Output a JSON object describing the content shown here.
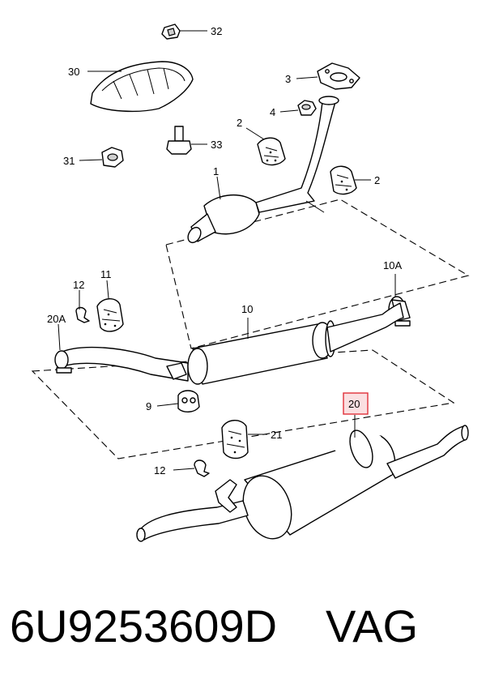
{
  "callouts": {
    "c32": "32",
    "c30": "30",
    "c3": "3",
    "c4": "4",
    "c2a": "2",
    "c33": "33",
    "c31": "31",
    "c1": "1",
    "c2b": "2",
    "c10a": "10A",
    "c12a": "12",
    "c11": "11",
    "c20a": "20A",
    "c10": "10",
    "c9": "9",
    "c20": "20",
    "c21": "21",
    "c12b": "12"
  },
  "highlight_color": "#e0303a",
  "highlight_fill": "#fbdfe1",
  "footer": {
    "part_number": "6U9253609D",
    "brand": "VAG"
  }
}
